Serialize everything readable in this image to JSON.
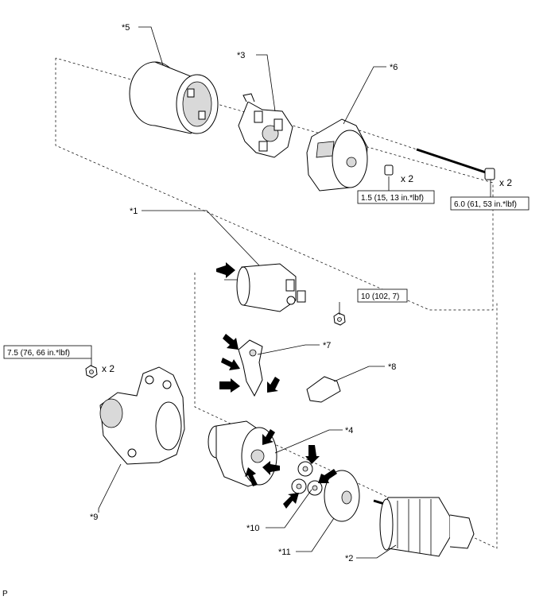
{
  "callouts": {
    "c1": "*1",
    "c2": "*2",
    "c3": "*3",
    "c4": "*4",
    "c5": "*5",
    "c6": "*6",
    "c7": "*7",
    "c8": "*8",
    "c9": "*9",
    "c10": "*10",
    "c11": "*11"
  },
  "torque_specs": {
    "screw": "1.5 (15, 13 in.*lbf)",
    "through_bolt": "6.0 (61, 53 in.*lbf)",
    "terminal_nut": "10 (102, 7)",
    "mounting_nut": "7.5 (76, 66 in.*lbf)"
  },
  "quantities": {
    "screw": "x 2",
    "through_bolt": "x 2",
    "mounting_nut": "x 2"
  },
  "footer_code": "P"
}
